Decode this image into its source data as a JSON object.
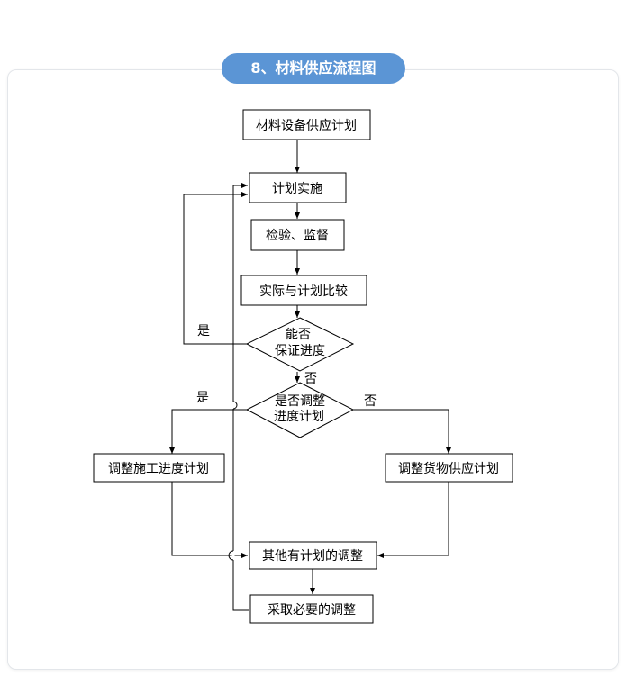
{
  "title": "8、材料供应流程图",
  "nodes": {
    "plan": "材料设备供应计划",
    "implement": "计划实施",
    "inspect": "检验、监督",
    "compare": "实际与计划比较",
    "d1_line1": "能否",
    "d1_line2": "保证进度",
    "d2_line1": "是否调整",
    "d2_line2": "进度计划",
    "adjust_schedule": "调整施工进度计划",
    "adjust_supply": "调整货物供应计划",
    "other_adjust": "其他有计划的调整",
    "necessary_adjust": "采取必要的调整"
  },
  "labels": {
    "yes1": "是",
    "no1": "否",
    "yes2": "是",
    "no2": "否"
  }
}
